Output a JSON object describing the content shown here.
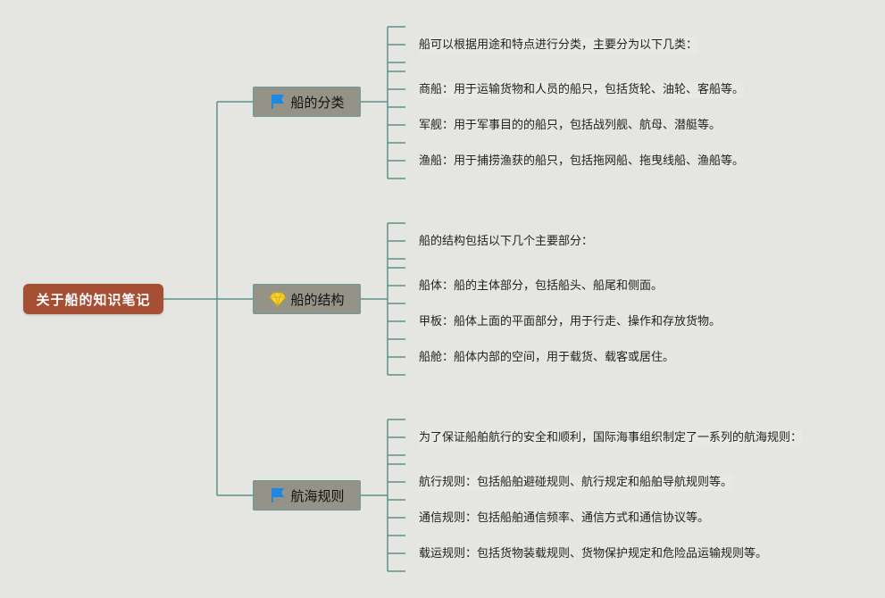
{
  "root": {
    "label": "关于船的知识笔记"
  },
  "colors": {
    "root": "#a54f35",
    "branch": "#959388",
    "line": "#5e918c",
    "background": "#e5e6e2"
  },
  "branches": [
    {
      "label": "船的分类",
      "icon": "blue-flag-icon",
      "items": [
        "船可以根据用途和特点进行分类，主要分为以下几类：",
        "商船：用于运输货物和人员的船只，包括货轮、油轮、客船等。",
        "军舰：用于军事目的的船只，包括战列舰、航母、潜艇等。",
        "渔船：用于捕捞渔获的船只，包括拖网船、拖曳线船、渔船等。"
      ]
    },
    {
      "label": "船的结构",
      "icon": "yellow-diamond-icon",
      "items": [
        "船的结构包括以下几个主要部分：",
        "船体：船的主体部分，包括船头、船尾和侧面。",
        "甲板：船体上面的平面部分，用于行走、操作和存放货物。",
        "船舱：船体内部的空间，用于载货、载客或居住。"
      ]
    },
    {
      "label": "航海规则",
      "icon": "blue-flag-icon",
      "items": [
        "为了保证船舶航行的安全和顺利，国际海事组织制定了一系列的航海规则：",
        "航行规则：包括船舶避碰规则、航行规定和船舶导航规则等。",
        "通信规则：包括船舶通信频率、通信方式和通信协议等。",
        "载运规则：包括货物装载规则、货物保护规定和危险品运输规则等。"
      ]
    }
  ]
}
